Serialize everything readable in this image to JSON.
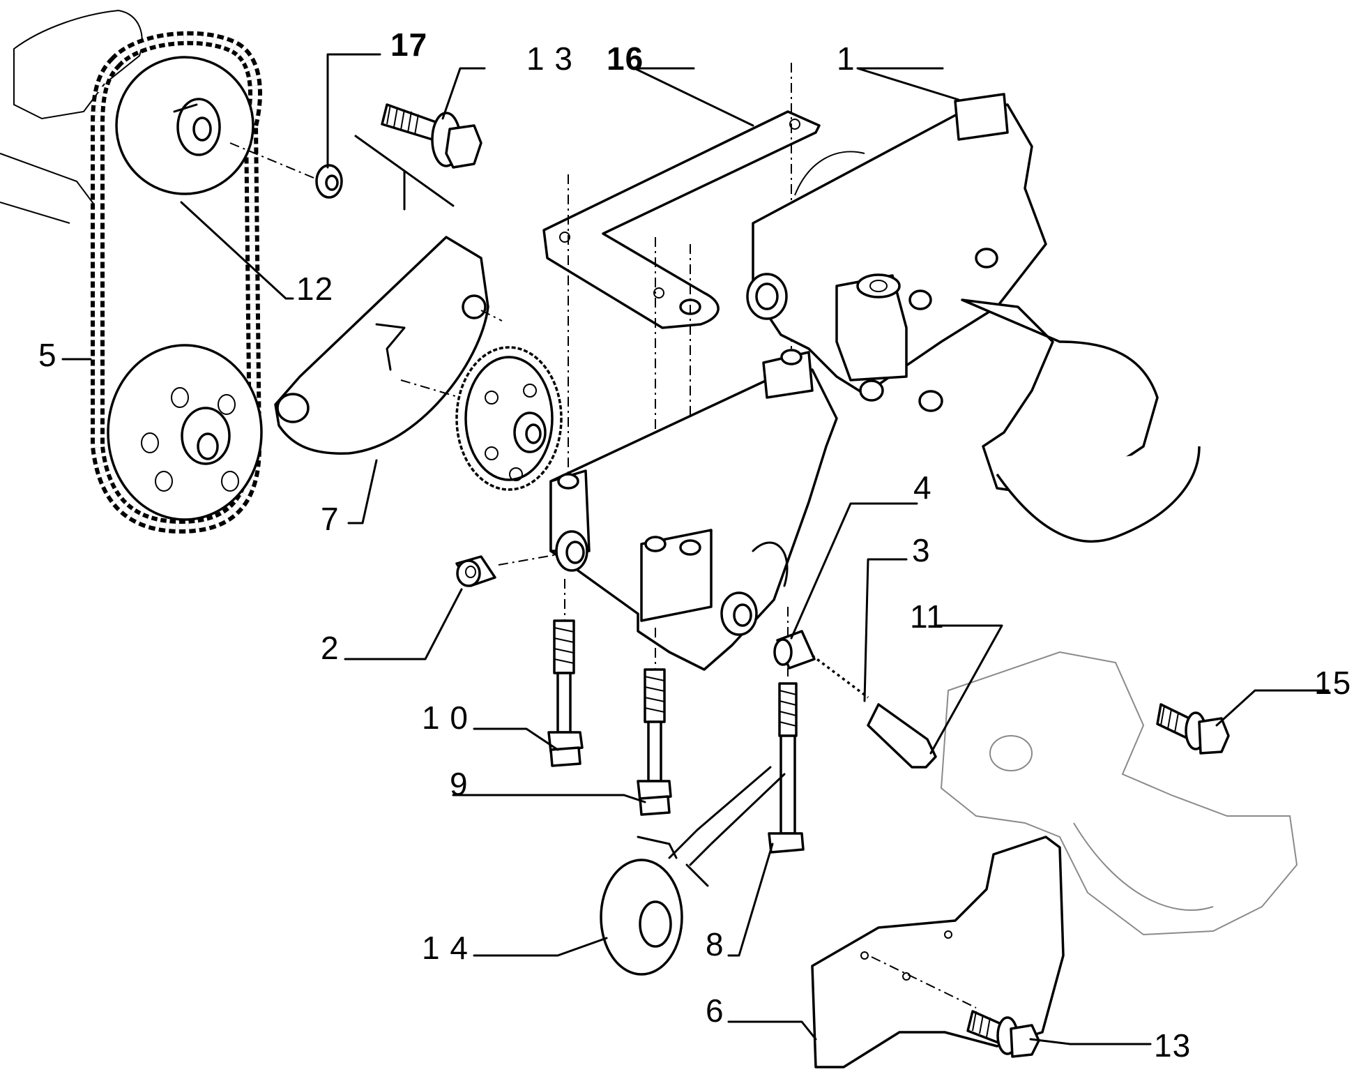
{
  "callouts": {
    "c1": "1",
    "c2": "2",
    "c3": "3",
    "c4": "4",
    "c5": "5",
    "c6": "6",
    "c7": "7",
    "c8": "8",
    "c9": "9",
    "c10": "1 0",
    "c11": "11",
    "c12": "12",
    "c13_top": "1 3",
    "c13_bottom": "13",
    "c14": "1 4",
    "c15": "15",
    "c16": "16",
    "c17": "17"
  }
}
